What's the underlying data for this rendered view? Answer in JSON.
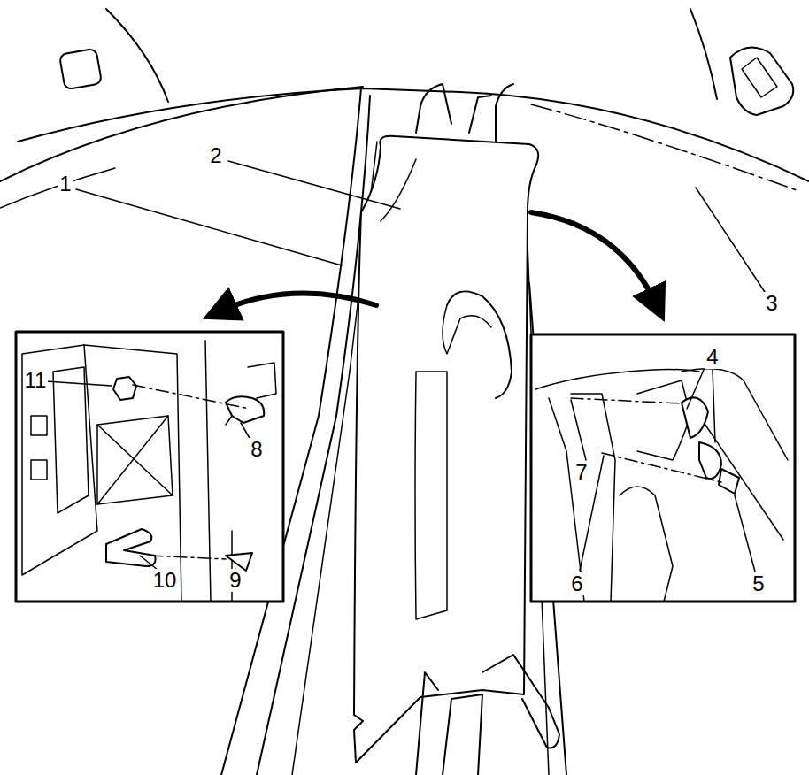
{
  "diagram": {
    "labels": [
      "1",
      "2",
      "3",
      "11",
      "4",
      "8",
      "7",
      "10",
      "9",
      "6",
      "5"
    ]
  }
}
